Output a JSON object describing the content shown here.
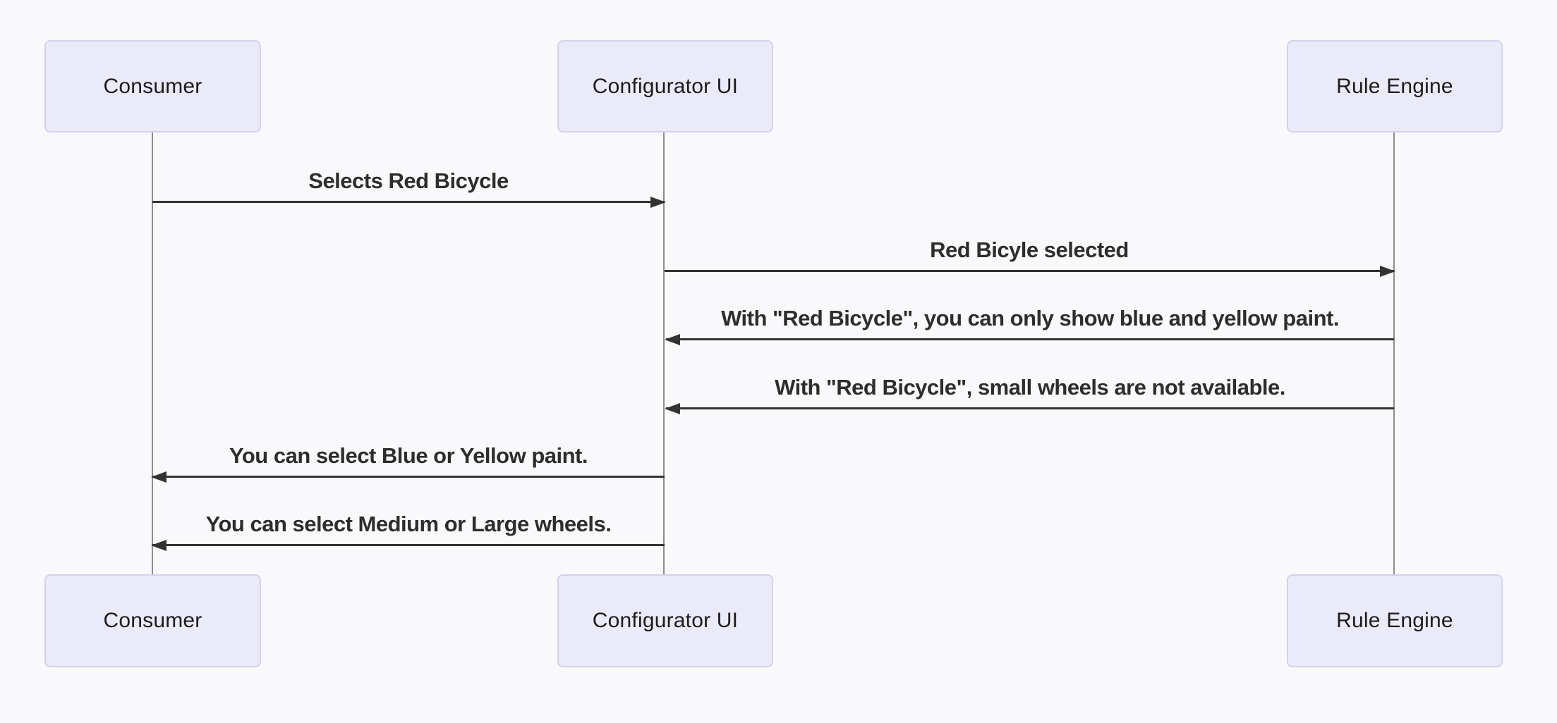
{
  "diagram_type": "sequence-diagram",
  "colors": {
    "background": "#f9f9fb",
    "actor_fill": "#eaeaf8",
    "actor_border": "#d3d3ea",
    "arrow": "#333333",
    "lifeline": "#8c8c8c",
    "message_text": "#2d2d2d",
    "actor_text": "#1c1c1c"
  },
  "actors": [
    {
      "label": "Consumer"
    },
    {
      "label": "Configurator UI"
    },
    {
      "label": "Rule Engine"
    }
  ],
  "messages": [
    {
      "from": "Consumer",
      "to": "Configurator UI",
      "direction": "right",
      "text": "Selects Red Bicycle"
    },
    {
      "from": "Configurator UI",
      "to": "Rule Engine",
      "direction": "right",
      "text": "Red Bicyle selected"
    },
    {
      "from": "Rule Engine",
      "to": "Configurator UI",
      "direction": "left",
      "text": "With \"Red Bicycle\", you can only show blue and yellow paint."
    },
    {
      "from": "Rule Engine",
      "to": "Configurator UI",
      "direction": "left",
      "text": "With \"Red Bicycle\", small wheels are not available."
    },
    {
      "from": "Configurator UI",
      "to": "Consumer",
      "direction": "left",
      "text": "You can select Blue or Yellow paint."
    },
    {
      "from": "Configurator UI",
      "to": "Consumer",
      "direction": "left",
      "text": "You can select Medium or Large wheels."
    }
  ]
}
